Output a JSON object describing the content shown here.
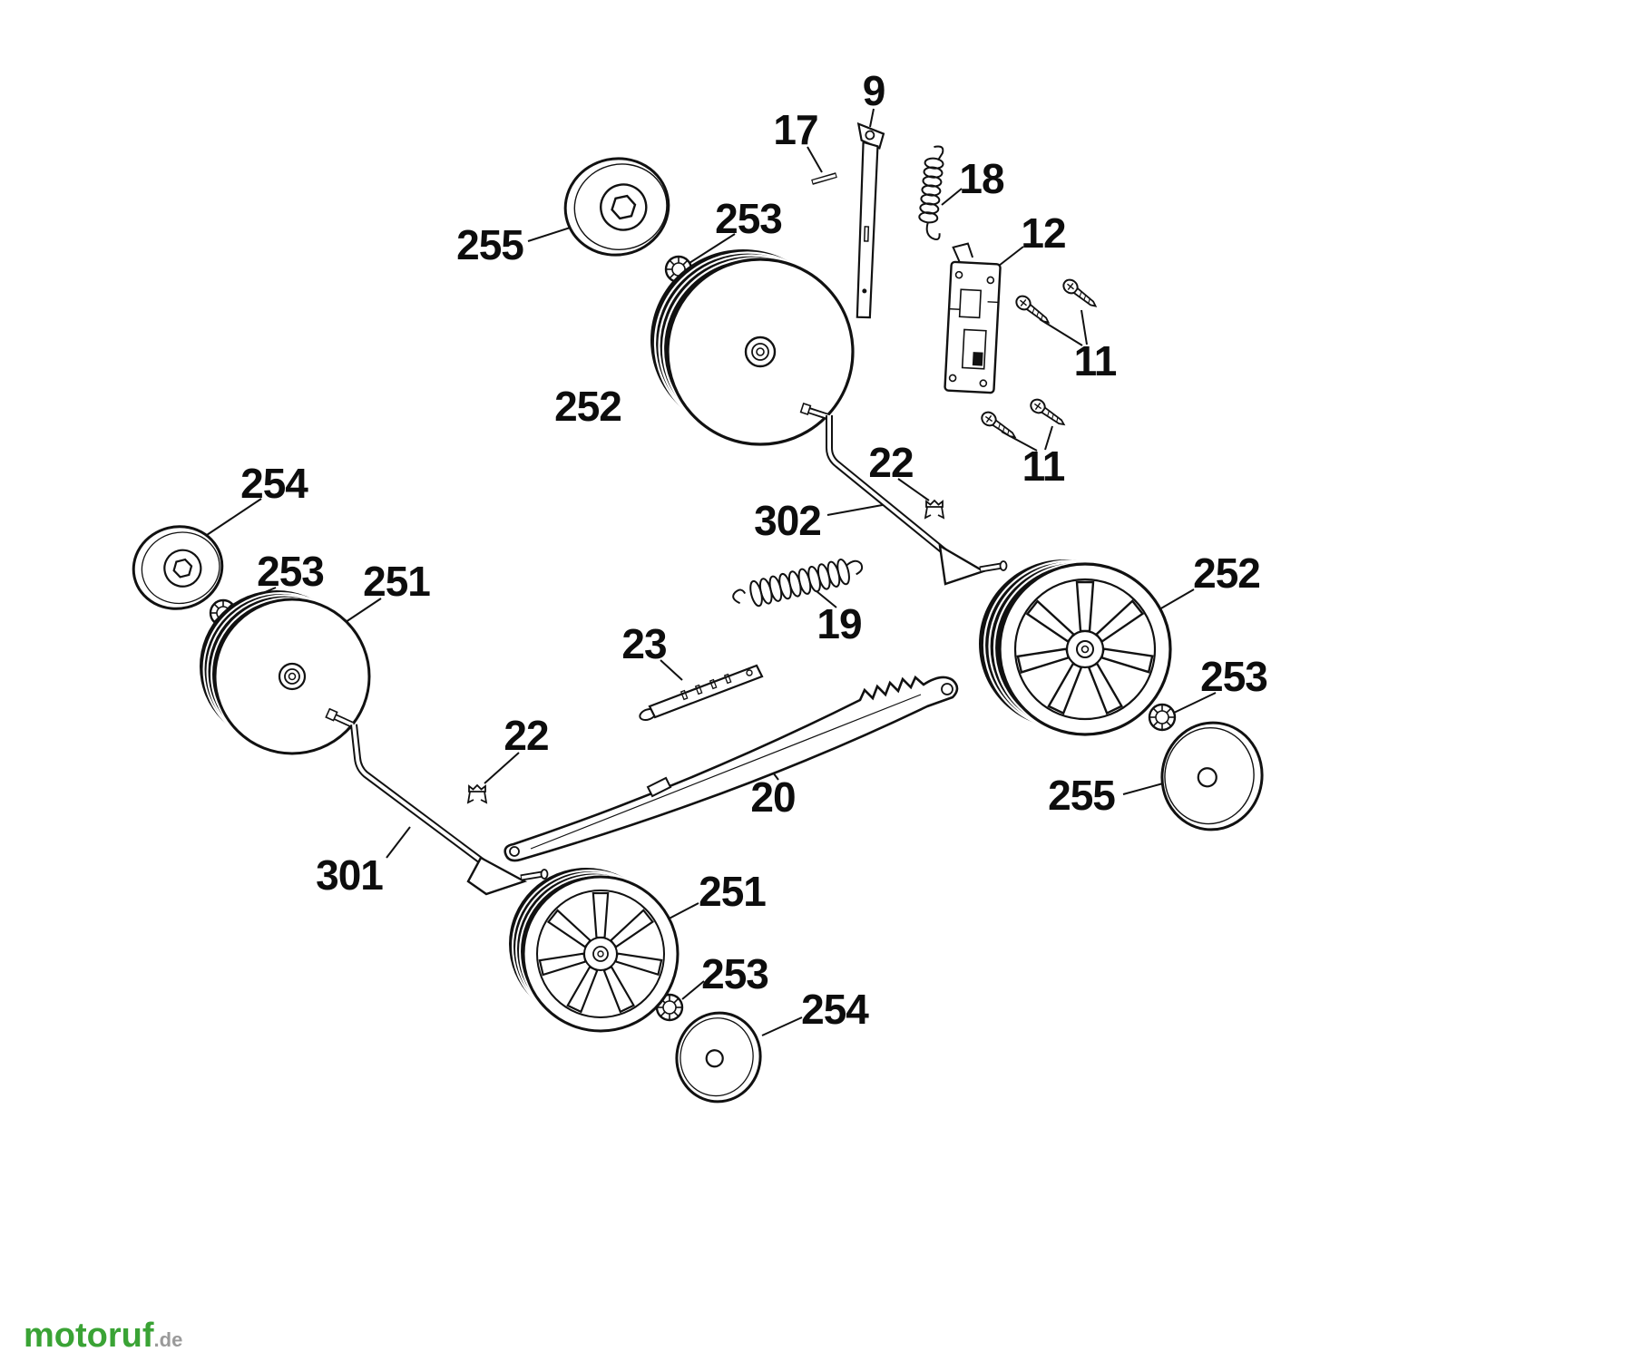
{
  "colors": {
    "background": "#ffffff",
    "line": "#111111",
    "brand_green": "#3aa335",
    "tld_gray": "#9a9a9a"
  },
  "watermark": {
    "brand": "motoruf",
    "tld": ".de"
  },
  "labels": [
    {
      "text": "9"
    },
    {
      "text": "17"
    },
    {
      "text": "18"
    },
    {
      "text": "253"
    },
    {
      "text": "255"
    },
    {
      "text": "12"
    },
    {
      "text": "252"
    },
    {
      "text": "11"
    },
    {
      "text": "11"
    },
    {
      "text": "22"
    },
    {
      "text": "302"
    },
    {
      "text": "254"
    },
    {
      "text": "253"
    },
    {
      "text": "251"
    },
    {
      "text": "252"
    },
    {
      "text": "19"
    },
    {
      "text": "23"
    },
    {
      "text": "253"
    },
    {
      "text": "22"
    },
    {
      "text": "20"
    },
    {
      "text": "255"
    },
    {
      "text": "301"
    },
    {
      "text": "251"
    },
    {
      "text": "253"
    },
    {
      "text": "254"
    }
  ]
}
